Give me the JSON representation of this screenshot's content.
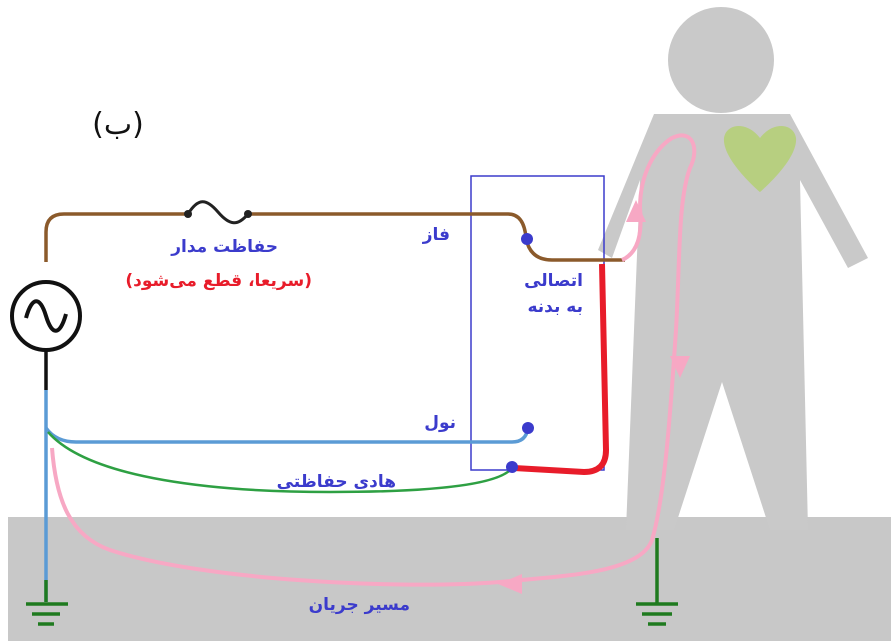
{
  "diagram": {
    "panel_label": "(ب)",
    "labels": {
      "phase": "فاز",
      "neutral": "نول",
      "protective_conductor": "هادی حفاظتی",
      "circuit_protection": "حفاظت مدار",
      "trips_quickly": "(سریعا، قطع می‌شود)",
      "body_contact_line1": "اتصالی",
      "body_contact_line2": "به بدنه",
      "current_path": "مسیر جریان"
    },
    "colors": {
      "phase_wire": "#8b5a2b",
      "neutral_wire": "#5b9bd5",
      "protective_wire": "#2ea043",
      "fault_path": "#e81c2a",
      "current_path": "#f7a8c4",
      "earth": "#1f7a1f",
      "label_blue": "#3b3bcc",
      "label_red": "#e81c2a",
      "ground": "#c8c8c8",
      "person": "#c9c9c9",
      "heart": "#b7cf80",
      "enclosure": "#3b3bcc"
    },
    "icons": {
      "source": "ac-source-icon",
      "fuse": "fuse-icon",
      "ground_symbol": "earth-ground-icon"
    }
  }
}
